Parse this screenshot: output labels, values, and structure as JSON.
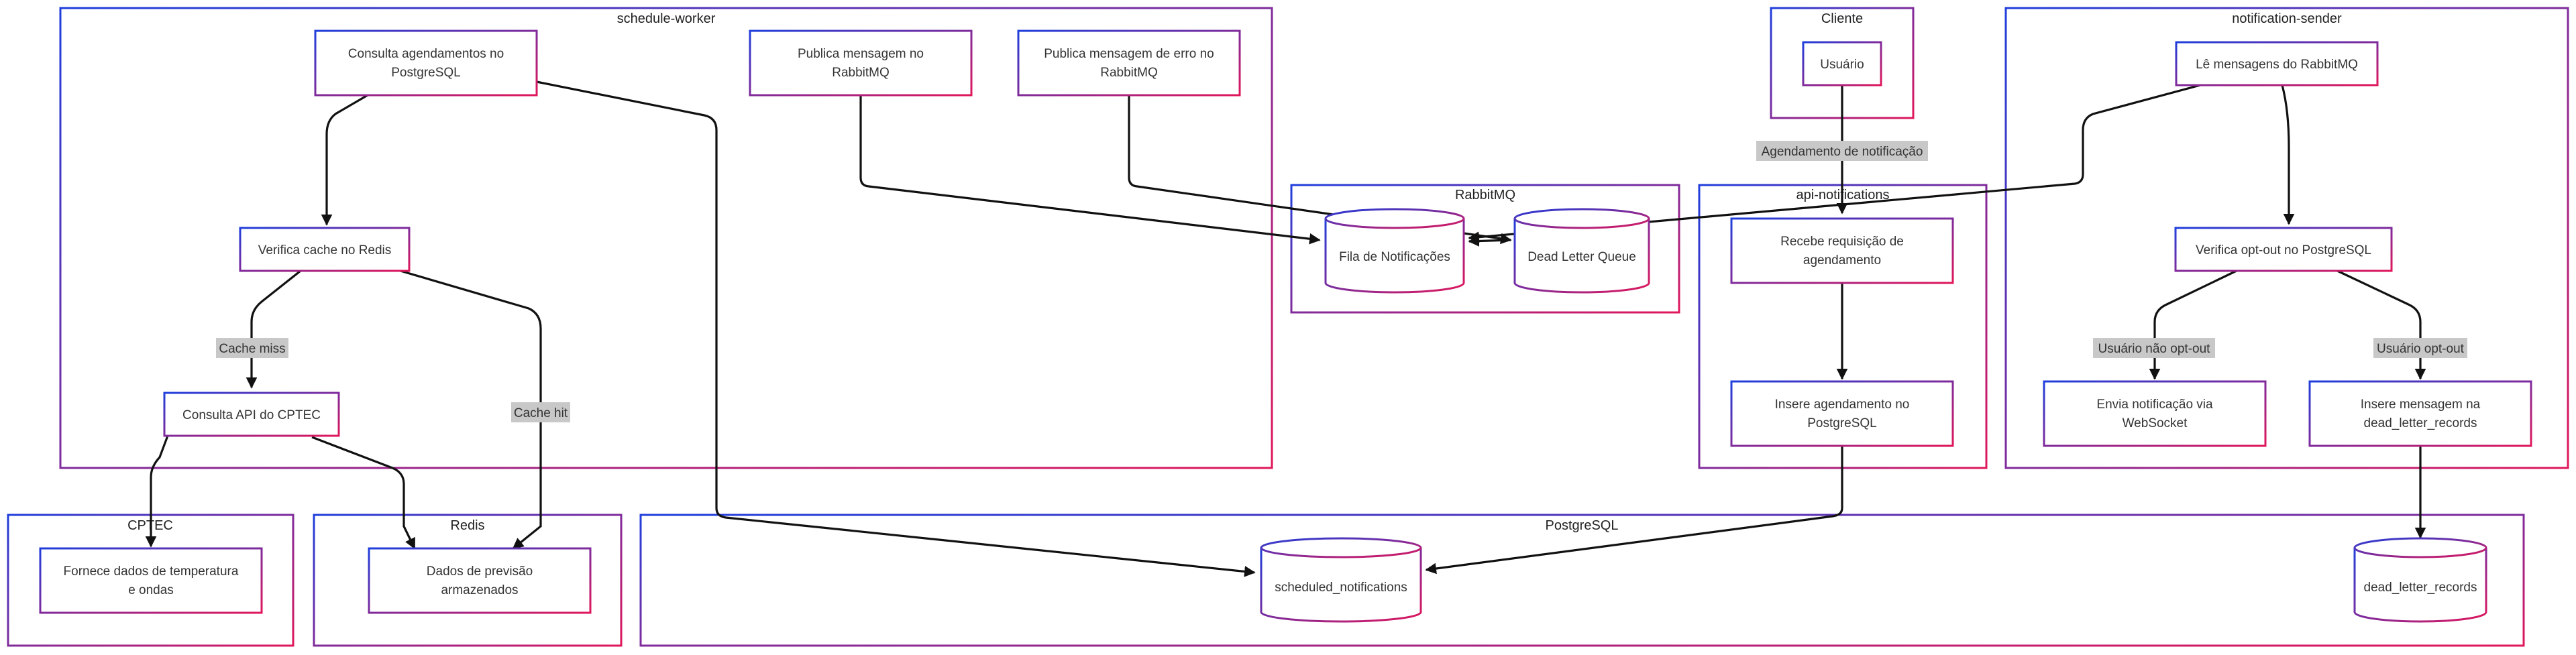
{
  "colors": {
    "border_start": "#1f3fdc",
    "border_end": "#e0175b",
    "edge": "#111111",
    "label_bg": "#c8c8c8"
  },
  "groups": {
    "schedule_worker": "schedule-worker",
    "cliente": "Cliente",
    "notification_sender": "notification-sender",
    "rabbitmq": "RabbitMQ",
    "api_notifications": "api-notifications",
    "cptec": "CPTEC",
    "redis": "Redis",
    "postgresql": "PostgreSQL"
  },
  "nodes": {
    "consulta_agendamentos": [
      "Consulta agendamentos no",
      "PostgreSQL"
    ],
    "publica_mensagem": [
      "Publica mensagem no",
      "RabbitMQ"
    ],
    "publica_erro": [
      "Publica mensagem de erro no",
      "RabbitMQ"
    ],
    "verifica_cache": [
      "Verifica cache no Redis"
    ],
    "consulta_api": [
      "Consulta API do CPTEC"
    ],
    "usuario": [
      "Usuário"
    ],
    "le_mensagens": [
      "Lê mensagens do RabbitMQ"
    ],
    "fila_notificacoes": [
      "Fila de Notificações"
    ],
    "dead_letter_queue": [
      "Dead Letter Queue"
    ],
    "recebe_requisicao": [
      "Recebe requisição de",
      "agendamento"
    ],
    "insere_agendamento": [
      "Insere agendamento no",
      "PostgreSQL"
    ],
    "verifica_optout": [
      "Verifica opt-out no PostgreSQL"
    ],
    "envia_notificacao": [
      "Envia notificação via",
      "WebSocket"
    ],
    "insere_mensagem": [
      "Insere mensagem na",
      "dead_letter_records"
    ],
    "fornece_dados": [
      "Fornece dados de temperatura",
      "e ondas"
    ],
    "dados_previsao": [
      "Dados de previsão",
      "armazenados"
    ],
    "scheduled_notifications": [
      "scheduled_notifications"
    ],
    "dead_letter_records": [
      "dead_letter_records"
    ]
  },
  "edge_labels": {
    "agendamento": "Agendamento de notificação",
    "cache_miss": "Cache miss",
    "cache_hit": "Cache hit",
    "nao_optout": "Usuário não opt-out",
    "optout": "Usuário opt-out"
  }
}
